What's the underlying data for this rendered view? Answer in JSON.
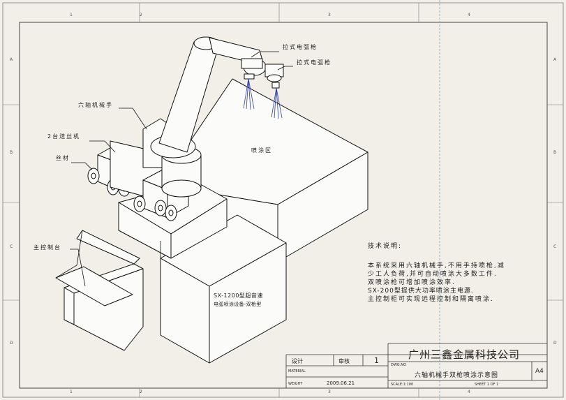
{
  "drawing": {
    "labels": {
      "gun_1": "拉式电弧枪",
      "gun_2": "拉式电弧枪",
      "robot": "六轴机械手",
      "feeder": "2台送丝机",
      "wire": "丝材",
      "spray_zone": "喷涂区",
      "console": "主控制台",
      "machine_line1": "SX-1200型超音速",
      "machine_line2": "电弧喷涂设备-双枪型"
    },
    "notes": {
      "title": "技术说明:",
      "lines": [
        "本系统采用六轴机械手,不用手持喷枪,减",
        "少工人负荷,并可自动喷涂大多数工件.",
        "双喷涂枪可增加喷涂效率.",
        "SX-200型提供大功率喷涂主电源.",
        "主控制柜可实现远程控制和隔离喷涂."
      ]
    },
    "border": {
      "columns": [
        "1",
        "2",
        "3",
        "4"
      ],
      "rows": [
        "A",
        "B",
        "C",
        "D"
      ]
    }
  },
  "title_block": {
    "company": "广州三鑫金属科技公司",
    "design_label": "设计",
    "review_label": "审核",
    "sheet_num": "1",
    "material_label": "MATERIAL",
    "weight_label": "WEIGHT",
    "date": "2009.06.21",
    "dwg_no_label": "DWG.NO",
    "drawing_title": "六轴机械手双枪喷涂示意图",
    "size": "A4",
    "scale": "SCALE:1:100",
    "sheet": "SHEET 1 OF 1"
  }
}
